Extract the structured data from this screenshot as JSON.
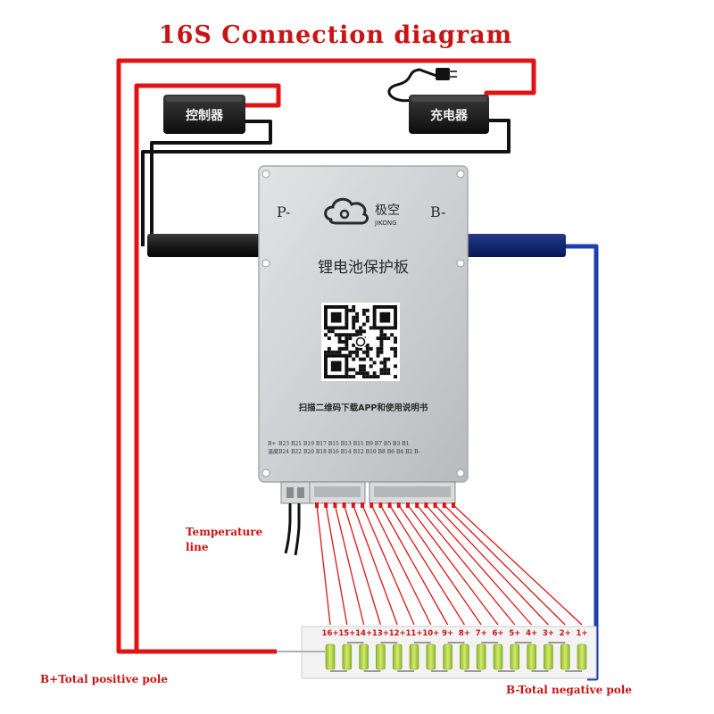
{
  "title": "16S Connection diagram",
  "labels": {
    "temperature_line_1": "Temperature",
    "temperature_line_2": "line",
    "b_plus": "B+Total positive pole",
    "b_minus": "B-Total negative pole"
  },
  "devices": {
    "controller": "控制器",
    "charger": "充电器"
  },
  "board": {
    "p_minus": "P-",
    "b_minus": "B-",
    "brand_cn": "极空",
    "brand_en": "JIKONG",
    "title_cn": "锂电池保护板",
    "scan_text": "扫描二维码下载APP和使用说明书",
    "pins_row1_lead": "B+",
    "pins_row1": "B23 B21 B19 B17 B15 B13 B11 B9 B7 B5 B3 B1",
    "pins_row2_lead": "温度",
    "pins_row2": "B24 B22 B20 B18 B16 B14 B12 B10 B8 B6 B4 B2 B-"
  },
  "cells": [
    "16+",
    "15+",
    "14+",
    "13+",
    "12+",
    "11+",
    "10+",
    "9+",
    "8+",
    "7+",
    "6+",
    "5+",
    "4+",
    "3+",
    "2+",
    "1+"
  ],
  "colors": {
    "positive_wire": "#e01414",
    "negative_wire": "#1f3fb0",
    "black_wire": "#111111",
    "label_red": "#c81414",
    "cell_green": "#b6d84a",
    "board_silver": "#cfd0d2"
  }
}
